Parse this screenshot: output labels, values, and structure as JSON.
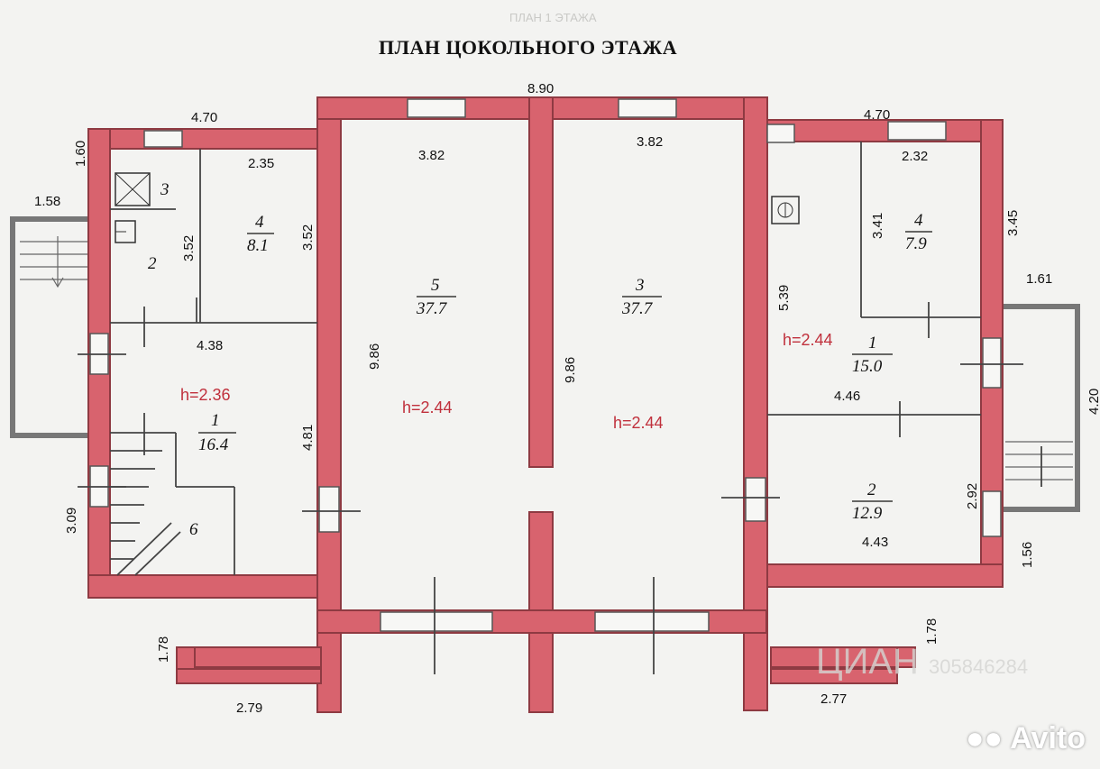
{
  "title": "ПЛАН ЦОКОЛЬНОГО ЭТАЖА",
  "ghost_title": "ПЛАН 1 ЭТАЖА",
  "watermark_cian": "ЦИАН",
  "watermark_id": "305846284",
  "watermark_avito": "Avito",
  "dimensions": {
    "d_8_90": "8.90",
    "d_4_70_left": "4.70",
    "d_4_70_right": "4.70",
    "d_1_60": "1.60",
    "d_1_58": "1.58",
    "d_2_35": "2.35",
    "d_3_82_left": "3.82",
    "d_3_82_right": "3.82",
    "d_2_32": "2.32",
    "d_3_52_a": "3.52",
    "d_3_52_b": "3.52",
    "d_3_41": "3.41",
    "d_3_45": "3.45",
    "d_1_61": "1.61",
    "d_5_39": "5.39",
    "d_4_38": "4.38",
    "d_9_86_a": "9.86",
    "d_9_86_b": "9.86",
    "d_4_46": "4.46",
    "d_4_81": "4.81",
    "d_2_92": "2.92",
    "d_4_43": "4.43",
    "d_3_09": "3.09",
    "d_1_56": "1.56",
    "d_1_78_left": "1.78",
    "d_1_78_right": "1.78",
    "d_2_79": "2.79",
    "d_2_77": "2.77",
    "d_4_20": "4.20"
  },
  "rooms": {
    "r3_left": "3",
    "r2_left": "2",
    "r4_left": "4",
    "r4_left_area": "8.1",
    "r1_left": "1",
    "r1_left_area": "16.4",
    "r6_left": "6",
    "r5": "5",
    "r5_area": "37.7",
    "r3_center": "3",
    "r3_center_area": "37.7",
    "r4_right": "4",
    "r4_right_area": "7.9",
    "r1_right": "1",
    "r1_right_area": "15.0",
    "r2_right": "2",
    "r2_right_area": "12.9"
  },
  "heights": {
    "h_left": "h=2.36",
    "h_room5": "h=2.44",
    "h_room3": "h=2.44",
    "h_right": "h=2.44"
  }
}
